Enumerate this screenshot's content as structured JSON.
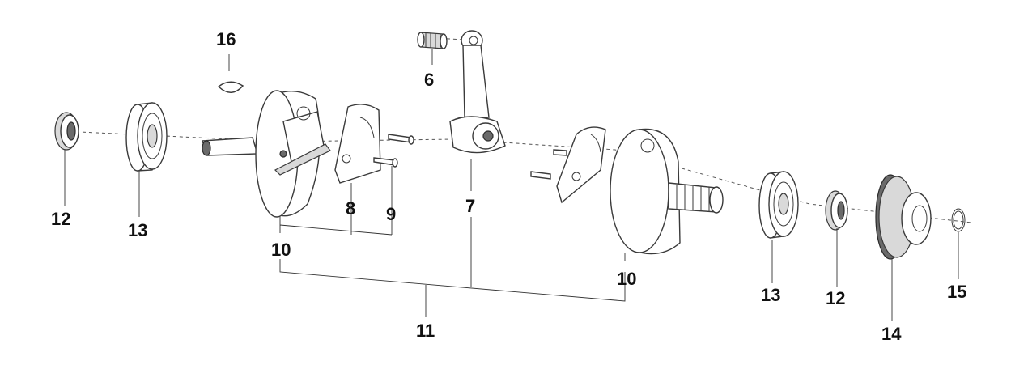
{
  "callouts": {
    "c16": "16",
    "c6": "6",
    "c12_left": "12",
    "c13_left": "13",
    "c8": "8",
    "c9": "9",
    "c7": "7",
    "c10_left": "10",
    "c11": "11",
    "c10_right": "10",
    "c13_right": "13",
    "c12_right": "12",
    "c14": "14",
    "c15": "15"
  }
}
